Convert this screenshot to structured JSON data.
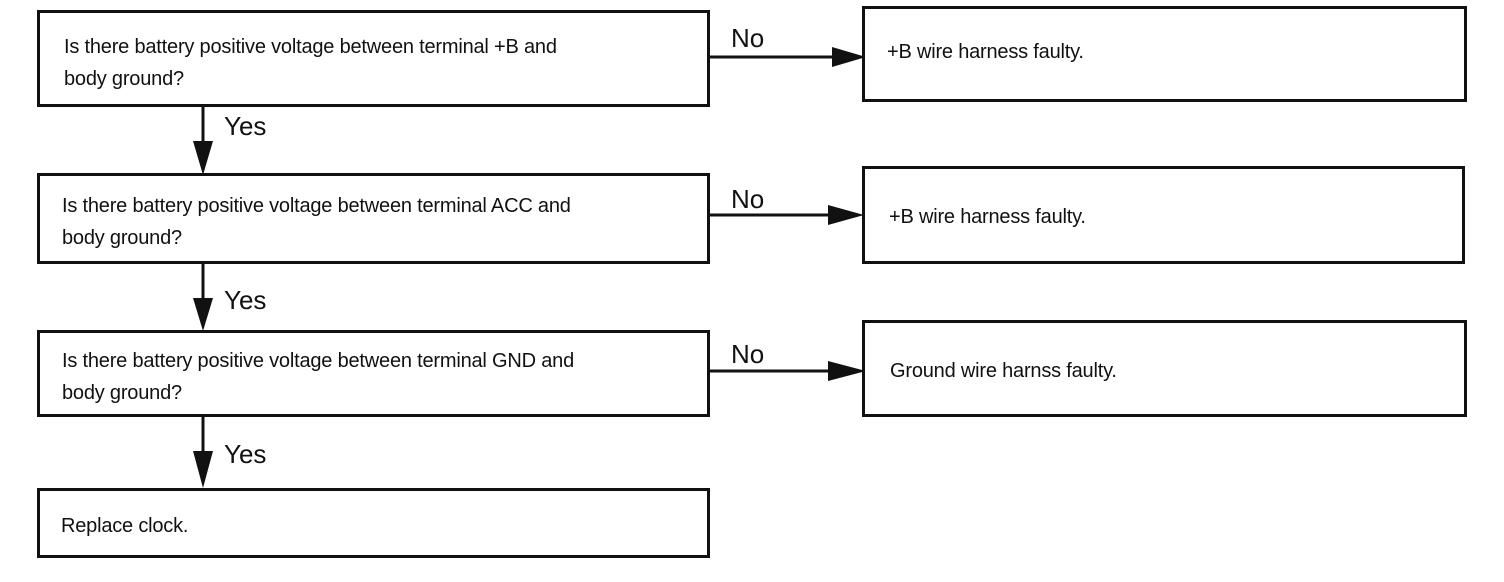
{
  "questions": [
    {
      "line1": "Is there battery positive voltage between terminal +B and",
      "line2": "body ground?",
      "no_label": "No",
      "yes_label": "Yes",
      "fault": "+B wire harness faulty."
    },
    {
      "line1": "Is there battery positive voltage between terminal ACC and",
      "line2": "body ground?",
      "no_label": "No",
      "yes_label": "Yes",
      "fault": "+B wire harness faulty."
    },
    {
      "line1": "Is there battery positive voltage between terminal GND and",
      "line2": "body ground?",
      "no_label": "No",
      "yes_label": "Yes",
      "fault": "Ground wire harnss faulty."
    }
  ],
  "final_action": "Replace clock.",
  "colors": {
    "line": "#111111",
    "background": "#ffffff"
  }
}
